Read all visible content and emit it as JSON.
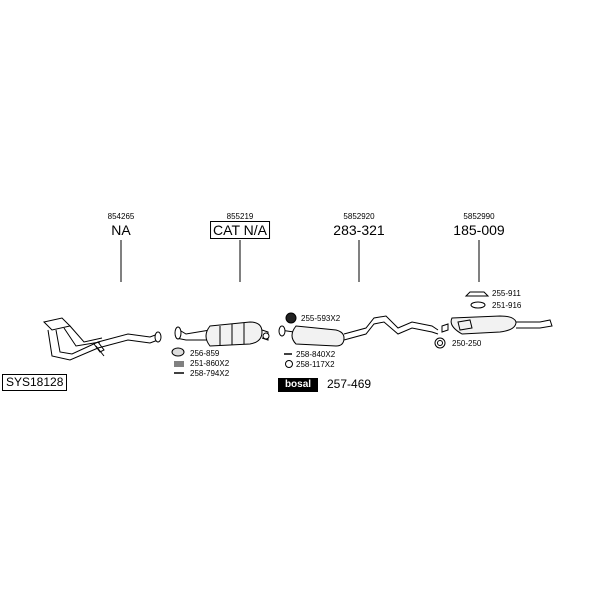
{
  "system": {
    "code": "SYS18128"
  },
  "brand": {
    "name": "bosal",
    "part": "257-469"
  },
  "groups": [
    {
      "oe": "854265",
      "part": "NA"
    },
    {
      "oe": "855219",
      "part": "CAT N/A"
    },
    {
      "oe": "5852920",
      "part": "283-321"
    },
    {
      "oe": "5852990",
      "part": "185-009"
    }
  ],
  "fittings": {
    "cat": [
      "256-859",
      "251-860X2",
      "258-794X2"
    ],
    "mid_top": "255-593X2",
    "mid_bottom": [
      "258-840X2",
      "258-117X2"
    ],
    "rear": [
      "255-911",
      "251-916",
      "250-250"
    ]
  }
}
